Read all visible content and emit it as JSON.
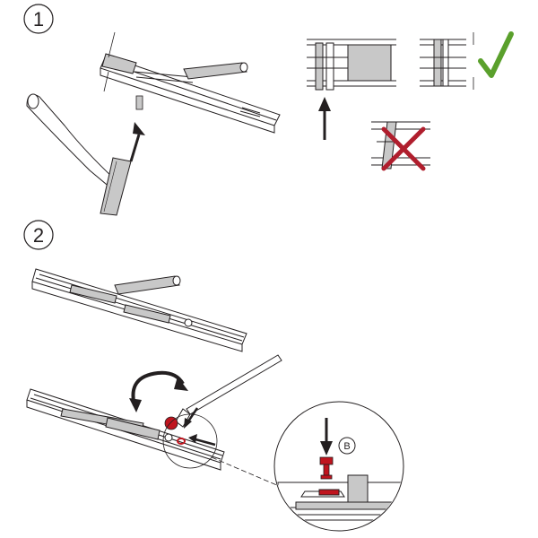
{
  "steps": [
    {
      "number": "1"
    },
    {
      "number": "2"
    }
  ],
  "detail": {
    "callout_label": "B"
  },
  "colors": {
    "line": "#231f20",
    "part_gray": "#c8c8c8",
    "part_dark": "#8a8a8a",
    "ok_green": "#5aa02c",
    "wrong_red": "#b01e2d",
    "pin_red": "#c0141e"
  },
  "icons": [
    "check-icon",
    "cross-icon",
    "arrow-up-icon",
    "arrow-down-icon",
    "rotate-arrow-icon"
  ]
}
